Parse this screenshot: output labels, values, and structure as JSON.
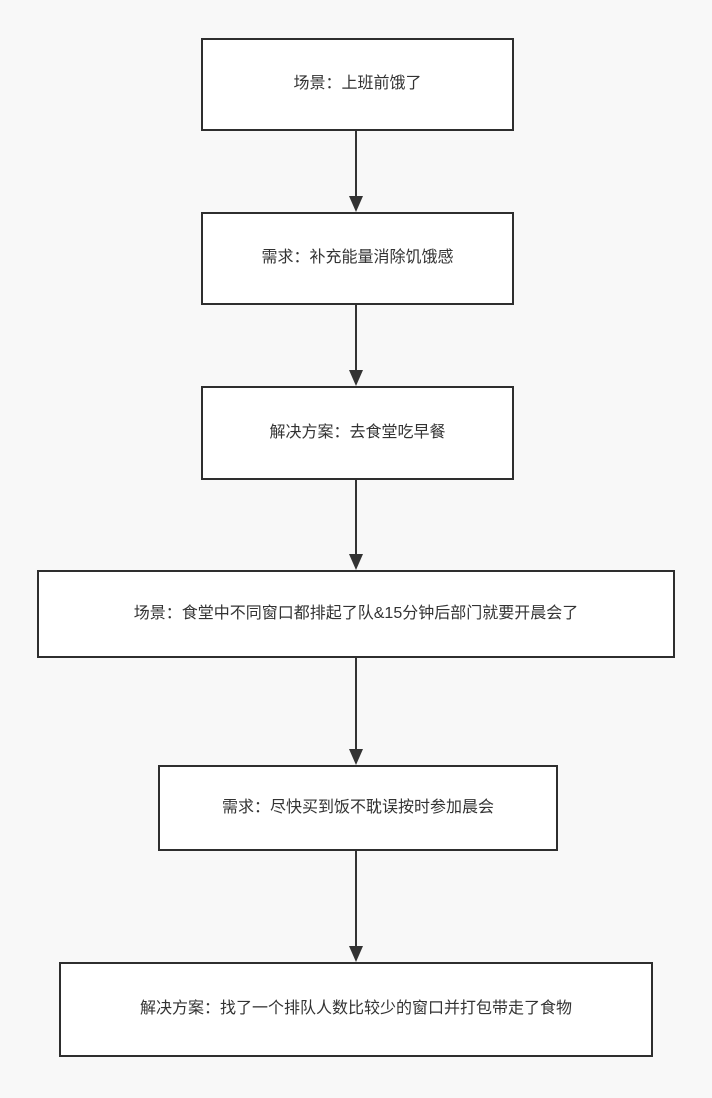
{
  "diagram": {
    "type": "flowchart",
    "direction": "top-down",
    "colors": {
      "background": "#f8f8f8",
      "node_fill": "#ffffff",
      "node_border": "#2e2e2e",
      "text": "#333333",
      "arrow": "#333333"
    },
    "nodes": [
      {
        "id": "n1",
        "label": "场景：上班前饿了"
      },
      {
        "id": "n2",
        "label": "需求：补充能量消除饥饿感"
      },
      {
        "id": "n3",
        "label": "解决方案：去食堂吃早餐"
      },
      {
        "id": "n4",
        "label": "场景：食堂中不同窗口都排起了队&15分钟后部门就要开晨会了"
      },
      {
        "id": "n5",
        "label": "需求：尽快买到饭不耽误按时参加晨会"
      },
      {
        "id": "n6",
        "label": "解决方案：找了一个排队人数比较少的窗口并打包带走了食物"
      }
    ],
    "edges": [
      {
        "from": "n1",
        "to": "n2"
      },
      {
        "from": "n2",
        "to": "n3"
      },
      {
        "from": "n3",
        "to": "n4"
      },
      {
        "from": "n4",
        "to": "n5"
      },
      {
        "from": "n5",
        "to": "n6"
      }
    ]
  }
}
